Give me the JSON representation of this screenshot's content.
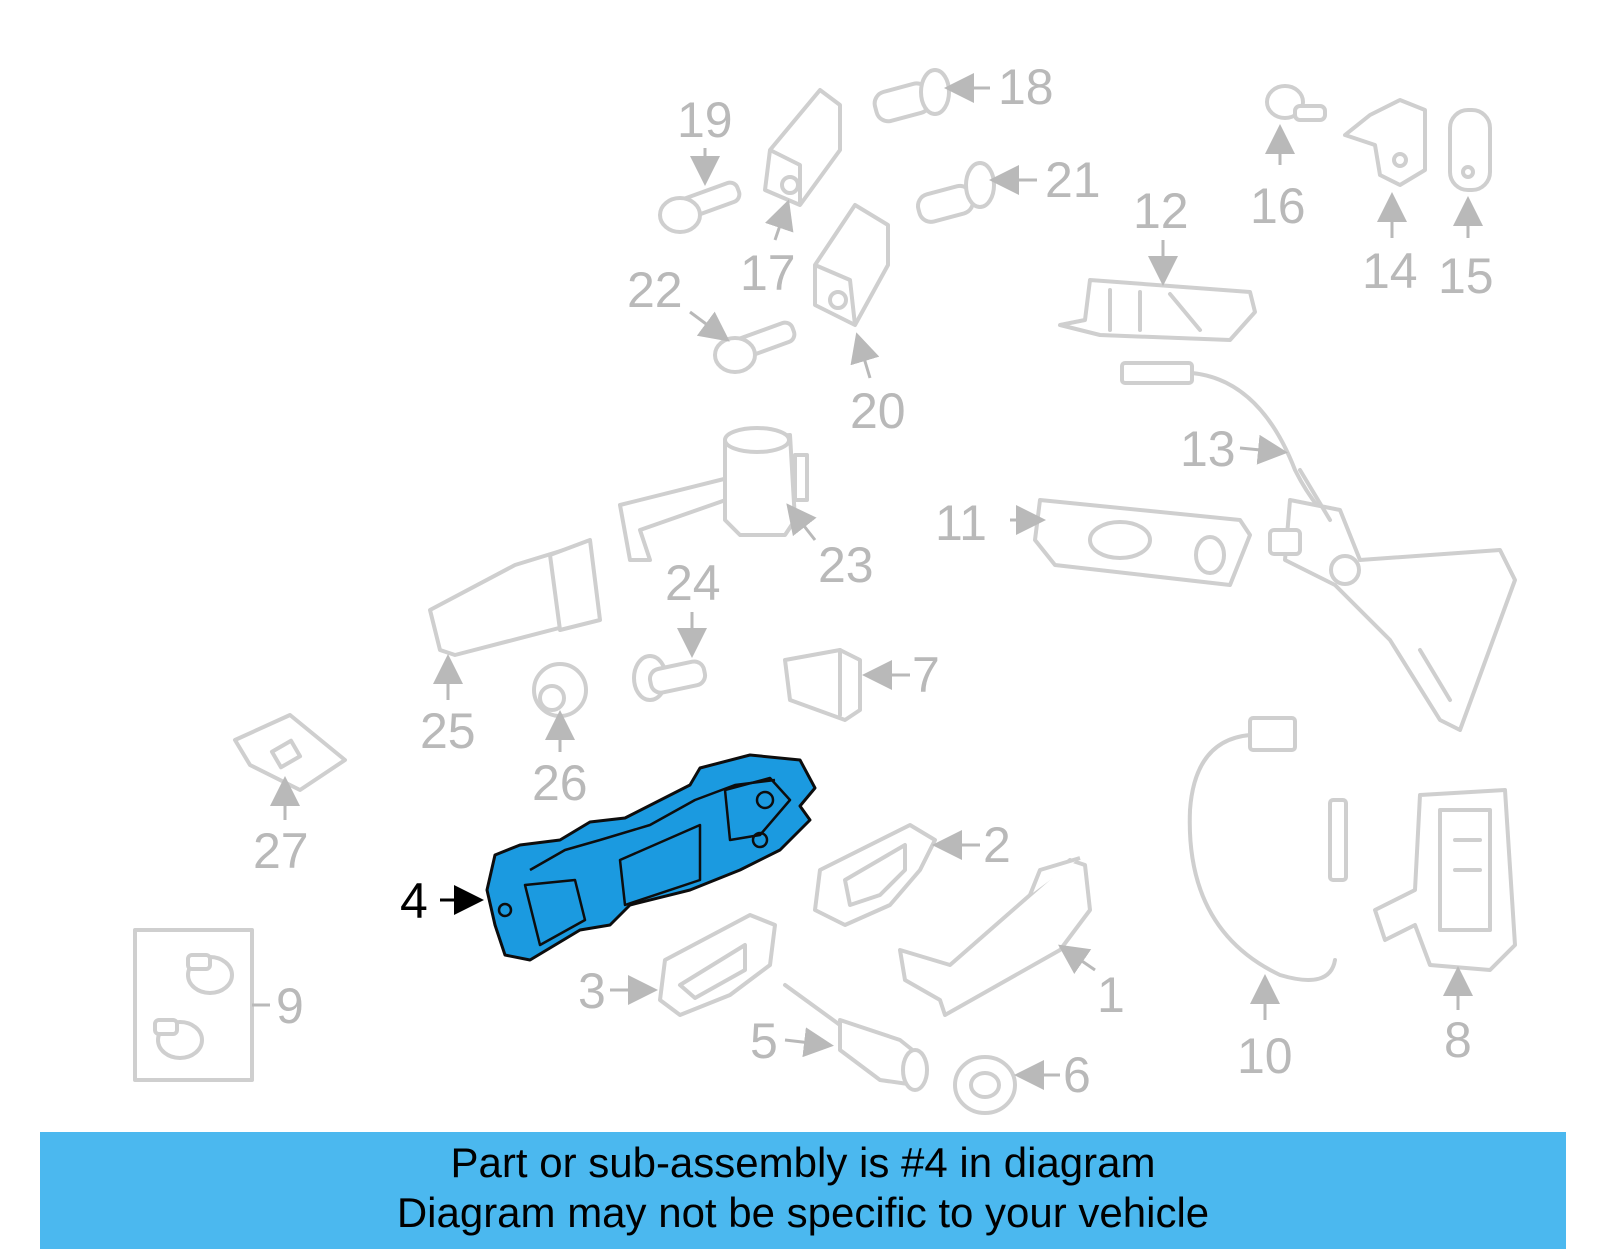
{
  "colors": {
    "highlight": "#1b9ae0",
    "banner": "#4bb8ef",
    "inactive_part": "#cfcfcf",
    "inactive_label": "#b9b9b9"
  },
  "highlighted_part": "4",
  "labels": {
    "p1": "1",
    "p2": "2",
    "p3": "3",
    "p4": "4",
    "p5": "5",
    "p6": "6",
    "p7": "7",
    "p8": "8",
    "p9": "9",
    "p10": "10",
    "p11": "11",
    "p12": "12",
    "p13": "13",
    "p14": "14",
    "p15": "15",
    "p16": "16",
    "p17": "17",
    "p18": "18",
    "p19": "19",
    "p20": "20",
    "p21": "21",
    "p22": "22",
    "p23": "23",
    "p24": "24",
    "p25": "25",
    "p26": "26",
    "p27": "27"
  },
  "banner": {
    "line1": "Part or sub-assembly is #4 in diagram",
    "line2": "Diagram may not be specific to your vehicle"
  }
}
